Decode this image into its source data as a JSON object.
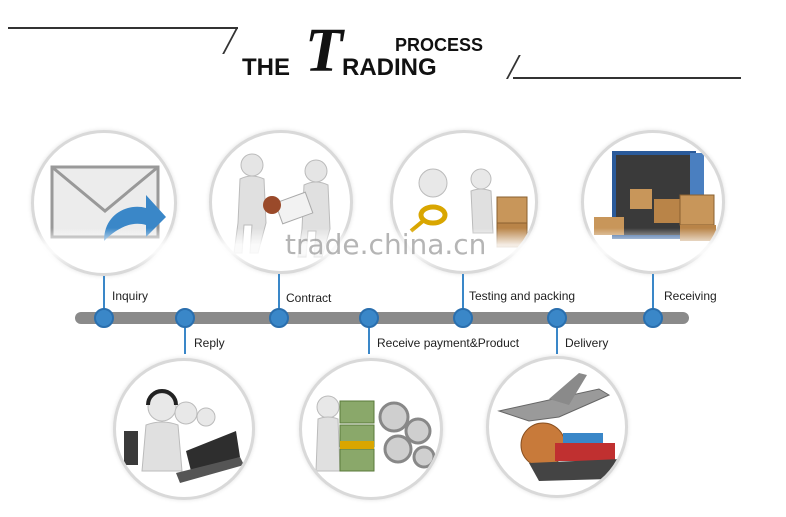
{
  "title": {
    "the": "THE",
    "big_t": "T",
    "rading": "RADING",
    "process": "PROCESS"
  },
  "watermark": "trade.china.cn",
  "steps_top": [
    {
      "label": "Inquiry"
    },
    {
      "label": "Contract"
    },
    {
      "label": "Testing and packing"
    },
    {
      "label": "Receiving"
    }
  ],
  "steps_bottom": [
    {
      "label": "Reply"
    },
    {
      "label": "Receive payment&Product"
    },
    {
      "label": "Delivery"
    }
  ],
  "colors": {
    "accent": "#3a87c8",
    "timeline": "#8a8a8a"
  }
}
